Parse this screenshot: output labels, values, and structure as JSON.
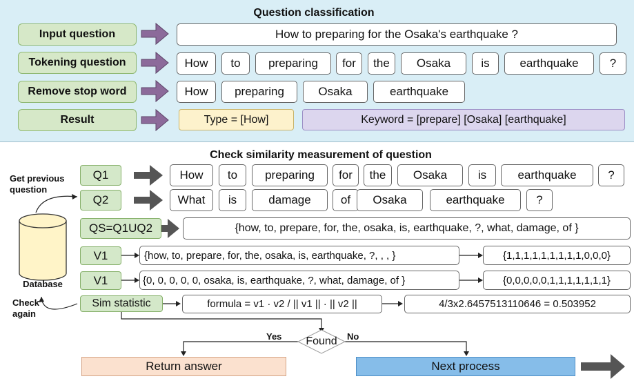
{
  "classification": {
    "title": "Question classification",
    "stages": {
      "input": "Input question",
      "tokening": "Tokening question",
      "remove": "Remove stop word",
      "result": "Result"
    },
    "question": "How to preparing for the Osaka's earthquake ?",
    "tokens": [
      "How",
      "to",
      "preparing",
      "for",
      "the",
      "Osaka",
      "is",
      "earthquake",
      "?"
    ],
    "filtered": [
      "How",
      "preparing",
      "Osaka",
      "earthquake"
    ],
    "type_text": "Type = [How]",
    "keyword_text": "Keyword = [prepare] [Osaka] [earthquake]"
  },
  "similarity": {
    "title": "Check similarity measurement of question",
    "get_previous": "Get previous question",
    "database": "Database",
    "check_again": "Check again",
    "q1_label": "Q1",
    "q2_label": "Q2",
    "q1_tokens": [
      "How",
      "to",
      "preparing",
      "for",
      "the",
      "Osaka",
      "is",
      "earthquake",
      "?"
    ],
    "q2_tokens": [
      "What",
      "is",
      "damage",
      "of",
      "Osaka",
      "earthquake",
      "?"
    ],
    "qs_label": "QS=Q1UQ2",
    "qs_set": "{how, to, prepare, for, the, osaka, is, earthquake, ?, what, damage, of }",
    "v1_label": "V1",
    "v2_label": "V1",
    "v1_set": "{how, to, prepare, for, the, osaka, is, earthquake, ?,  ,  ,  }",
    "v1_vector": "{1,1,1,1,1,1,1,1,1,0,0,0}",
    "v2_set": "{0, 0, 0, 0, 0, osaka, is, earthquake, ?, what, damage, of }",
    "v2_vector": "{0,0,0,0,0,1,1,1,1,1,1,1}",
    "sim_label": "Sim statistic",
    "formula": "formula = v1 · v2 / || v1 || · || v2 ||",
    "sim_result": "4/3x2.6457513110646 = 0.503952",
    "found": "Found",
    "yes": "Yes",
    "no": "No",
    "return_answer": "Return answer",
    "next_process": "Next process"
  },
  "colors": {
    "stage_green": "#d6e8c8",
    "panel_blue": "#d9eef6",
    "purple_arrow": "#8c6a9a",
    "dark_arrow": "#555555",
    "type_yellow": "#fdf2cc",
    "keyword_purple": "#dcd6ee",
    "return_orange": "#fbe1cf",
    "next_blue": "#86bde9"
  }
}
